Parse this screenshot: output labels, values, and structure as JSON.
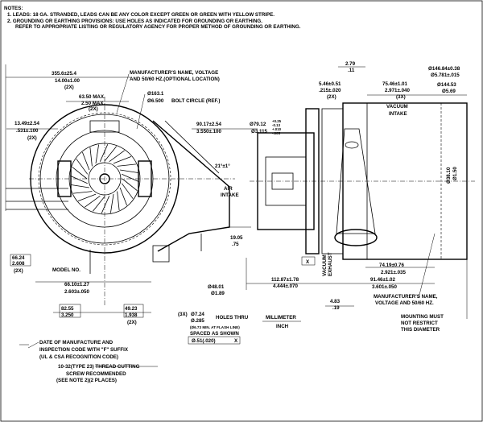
{
  "notes": {
    "heading": "NOTES:",
    "line1": "1.  LEADS: 18 GA. STRANDED, LEADS CAN BE ANY COLOR EXCEPT GREEN OR GREEN WITH YELLOW STRIPE.",
    "line2": "2.  GROUNDING OR EARTHING PROVISIONS: USE HOLES AS INDICATED FOR GROUNDING OR EARTHING.",
    "line3": "REFER TO APPROPRIATE LISTING OR REGULATORY AGENCY FOR PROPER METHOD OF GROUNDING OR EARTHING."
  },
  "front_view": {
    "dim_width_mm": "355.6±25.4",
    "dim_width_in": "14.00±1.00",
    "dim_width_qty": "(2X)",
    "dim_max_mm": "63.50 MAX.",
    "dim_max_in": "2.50 MAX.",
    "dim_max_qty": "(2X)",
    "dim_left_mm": "13.49±2.54",
    "dim_left_in": ".531±.100",
    "dim_left_qty": "(2X)",
    "label_mfr_line1": "MANUFACTURER'S NAME, VOLTAGE",
    "label_mfr_line2": "AND 50/60 HZ.(OPTIONAL LOCATION)",
    "bolt_circle_mm": "Ø163.1",
    "bolt_circle_in": "Ø6.500",
    "bolt_circle_label": "BOLT CIRCLE (REF.)",
    "angle": "21°±1°",
    "air_intake_line1": "AIR",
    "air_intake_line2": "INTAKE",
    "dim_side_mm": "66.24",
    "dim_side_in": "2.608",
    "dim_side_qty": "(2X)",
    "model_label": "MODEL NO.",
    "dim_66_mm": "66.10±1.27",
    "dim_66_in": "2.603±.050",
    "dim_82_mm": "82.55",
    "dim_82_in": "3.250",
    "dim_49_mm": "49.23",
    "dim_49_in": "1.938",
    "dim_49_qty": "(2X)",
    "dim_48_mm": "Ø48.01",
    "dim_48_in": "Ø1.89",
    "dim_19_mm": "19.05",
    "dim_19_in": ".75",
    "holes_qty": "(3X)",
    "holes_mm": "Ø7.24",
    "holes_in": "Ø.285",
    "holes_label": "HOLES THRU",
    "holes_note": "(Ø6.73 MIN. AT FLASH LINE)",
    "holes_spaced": "SPACED AS SHOWN",
    "holes_tol": "Ø.51(.020)",
    "date_code_line1": "DATE OF MANUFACTURE AND",
    "date_code_line2": "INSPECTION CODE WITH \"F\" SUFFIX",
    "date_code_line3": "(UL & CSA RECOGNITION CODE)",
    "screw_line1": "10-32(TYPE 23) THREAD CUTTING",
    "screw_line2": "SCREW RECOMMENDED",
    "screw_line3": "(SEE NOTE 2)(2 PLACES)"
  },
  "side_view": {
    "dim_top_mm": "2.79",
    "dim_top_in": ".11",
    "dim_dia_mm": "Ø146.84±0.38",
    "dim_dia_in": "Ø5.781±.015",
    "dim_dia2_mm": "Ø144.53",
    "dim_dia2_in": "Ø5.69",
    "dim_546_mm": "5.46±0.51",
    "dim_546_in": ".215±.020",
    "dim_546_qty": "(2X)",
    "dim_7546_mm": "75.46±1.01",
    "dim_7546_in": "2.971±.040",
    "dim_7546_qty": "(3X)",
    "vacuum_line1": "VACUUM",
    "vacuum_line2": "INTAKE",
    "dim_9017_mm": "90.17±2.54",
    "dim_9017_in": "3.550±.100",
    "dim_79_mm": "Ø79.12",
    "dim_79_in": "Ø3.115",
    "tol_plus_mm": "+0.25",
    "tol_minus_mm": "-0.13",
    "tol_plus_in": "+.010",
    "tol_minus_in": "-.005",
    "dim_3810_mm": "Ø38.10",
    "dim_3810_in": "Ø1.50",
    "datum_x": "X",
    "vacuum_exhaust_line1": "VACUUM",
    "vacuum_exhaust_line2": "EXHAUST",
    "dim_7419_mm": "74.19±0.76",
    "dim_7419_in": "2.921±.035",
    "dim_112_mm": "112.87±1.78",
    "dim_112_in": "4.444±.070",
    "dim_9146_mm": "91.46±1.02",
    "dim_9146_in": "3.601±.050",
    "dim_483_mm": "4.83",
    "dim_483_in": ".19",
    "legend_mm": "MILLIMETER",
    "legend_in": "INCH",
    "mfr_line1": "MANUFACTURER'S NAME,",
    "mfr_line2": "VOLTAGE AND 50/60 HZ.",
    "mounting_line1": "MOUNTING MUST",
    "mounting_line2": "NOT RESTRICT",
    "mounting_line3": "THIS DIAMETER"
  }
}
